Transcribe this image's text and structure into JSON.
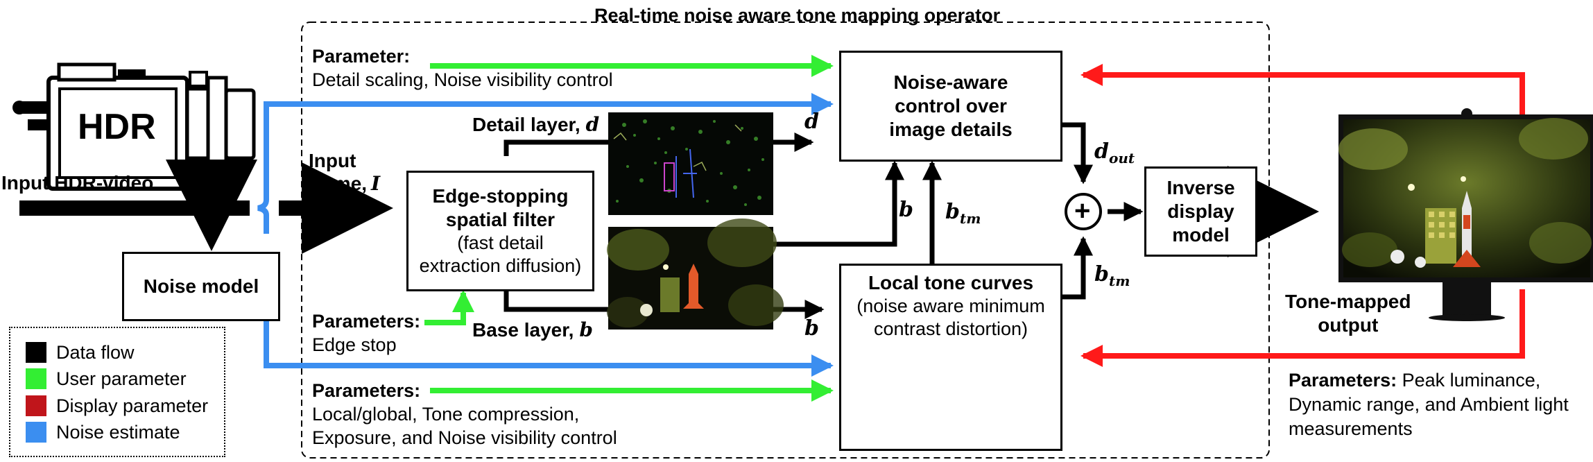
{
  "title": "Real-time noise aware tone mapping operator",
  "camera": {
    "icon": "video-camera-icon",
    "badge": "HDR",
    "caption": "Input HDR-video"
  },
  "boxes": {
    "noise_model": "Noise model",
    "filter": {
      "title1": "Edge-stopping",
      "title2": "spatial filter",
      "sub1": "(fast detail",
      "sub2": "extraction diffusion)"
    },
    "detail_control": {
      "l1": "Noise-aware",
      "l2": "control over",
      "l3": "image details"
    },
    "tone_curves": {
      "title": "Local tone curves",
      "sub1": "(noise aware minimum",
      "sub2": "contrast  distortion)"
    },
    "inverse_display": {
      "l1": "Inverse",
      "l2": "display",
      "l3": "model"
    }
  },
  "labels": {
    "input_frame": "Input",
    "input_frame2": "frame,",
    "input_symbol": "I",
    "detail_layer": "Detail layer,",
    "detail_symbol": "d",
    "base_layer": "Base layer,",
    "base_symbol": "b",
    "d": "d",
    "b": "b",
    "b_tm": "b",
    "tm_sub": "tm",
    "d_out": "d",
    "out_sub": "out",
    "plus": "+",
    "output1": "Tone-mapped",
    "output2": "output"
  },
  "params": {
    "detail": {
      "head": "Parameter:",
      "text": "Detail scaling, Noise visibility control"
    },
    "edge": {
      "head": "Parameters:",
      "text": "Edge stop"
    },
    "tone": {
      "head": "Parameters:",
      "line1": "Local/global, Tone compression,",
      "line2": "Exposure, and Noise visibility control"
    },
    "display": {
      "head": "Parameters:",
      "line1": " Peak luminance,",
      "line2": "Dynamic range, and Ambient light",
      "line3": "measurements"
    }
  },
  "legend": [
    {
      "label": "Data flow",
      "color": "#000000"
    },
    {
      "label": "User parameter",
      "color": "#33ee33"
    },
    {
      "label": "Display parameter",
      "color": "#c0151b"
    },
    {
      "label": "Noise estimate",
      "color": "#3b8ef0"
    }
  ],
  "colors": {
    "data_flow": "#000000",
    "user_param": "#33ee33",
    "display_param": "#ff1a1a",
    "noise": "#3b8ef0",
    "histogram_fill": "#b8bcf0"
  },
  "thumbnails": [
    "detail-layer-image",
    "base-layer-image",
    "tone-mapped-output-image"
  ]
}
